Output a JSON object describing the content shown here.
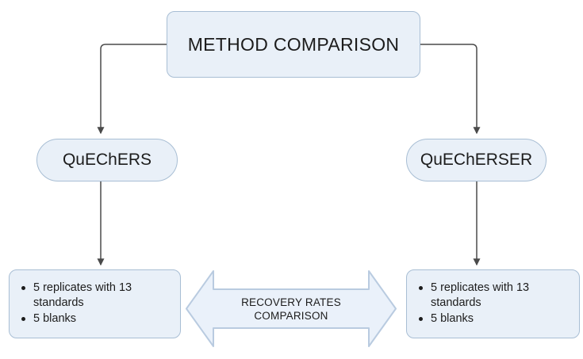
{
  "diagram": {
    "title": "METHOD COMPARISON",
    "background_color": "#ffffff",
    "node_fill": "#e9f0f8",
    "node_border": "#a8bed4",
    "arrow_fill": "#eaf1fa",
    "arrow_border": "#b9cbe0",
    "connector_color": "#4a4a4a",
    "text_color": "#1c1c1c"
  },
  "nodes": {
    "top": {
      "label": "METHOD COMPARISON",
      "shape": "rounded-rectangle"
    },
    "method_left": {
      "label": "QuEChERS",
      "shape": "pill"
    },
    "method_right": {
      "label": "QuEChERSER",
      "shape": "pill"
    },
    "samples_left": {
      "shape": "rounded-rectangle",
      "bullets": [
        "5 replicates with 13 standards",
        "5 blanks"
      ]
    },
    "samples_right": {
      "shape": "rounded-rectangle",
      "bullets": [
        "5 replicates with 13 standards",
        "5 blanks"
      ]
    },
    "comparison": {
      "shape": "double-headed-arrow",
      "line1": "RECOVERY RATES",
      "line2": "COMPARISON"
    }
  },
  "connectors": [
    {
      "name": "top-to-quechers",
      "from": "top",
      "to": "method_left",
      "style": "elbow-arrow"
    },
    {
      "name": "top-to-quecherser",
      "from": "top",
      "to": "method_right",
      "style": "elbow-arrow"
    },
    {
      "name": "quechers-to-samples",
      "from": "method_left",
      "to": "samples_left",
      "style": "straight-arrow"
    },
    {
      "name": "quecherser-to-samples",
      "from": "method_right",
      "to": "samples_right",
      "style": "straight-arrow"
    }
  ]
}
